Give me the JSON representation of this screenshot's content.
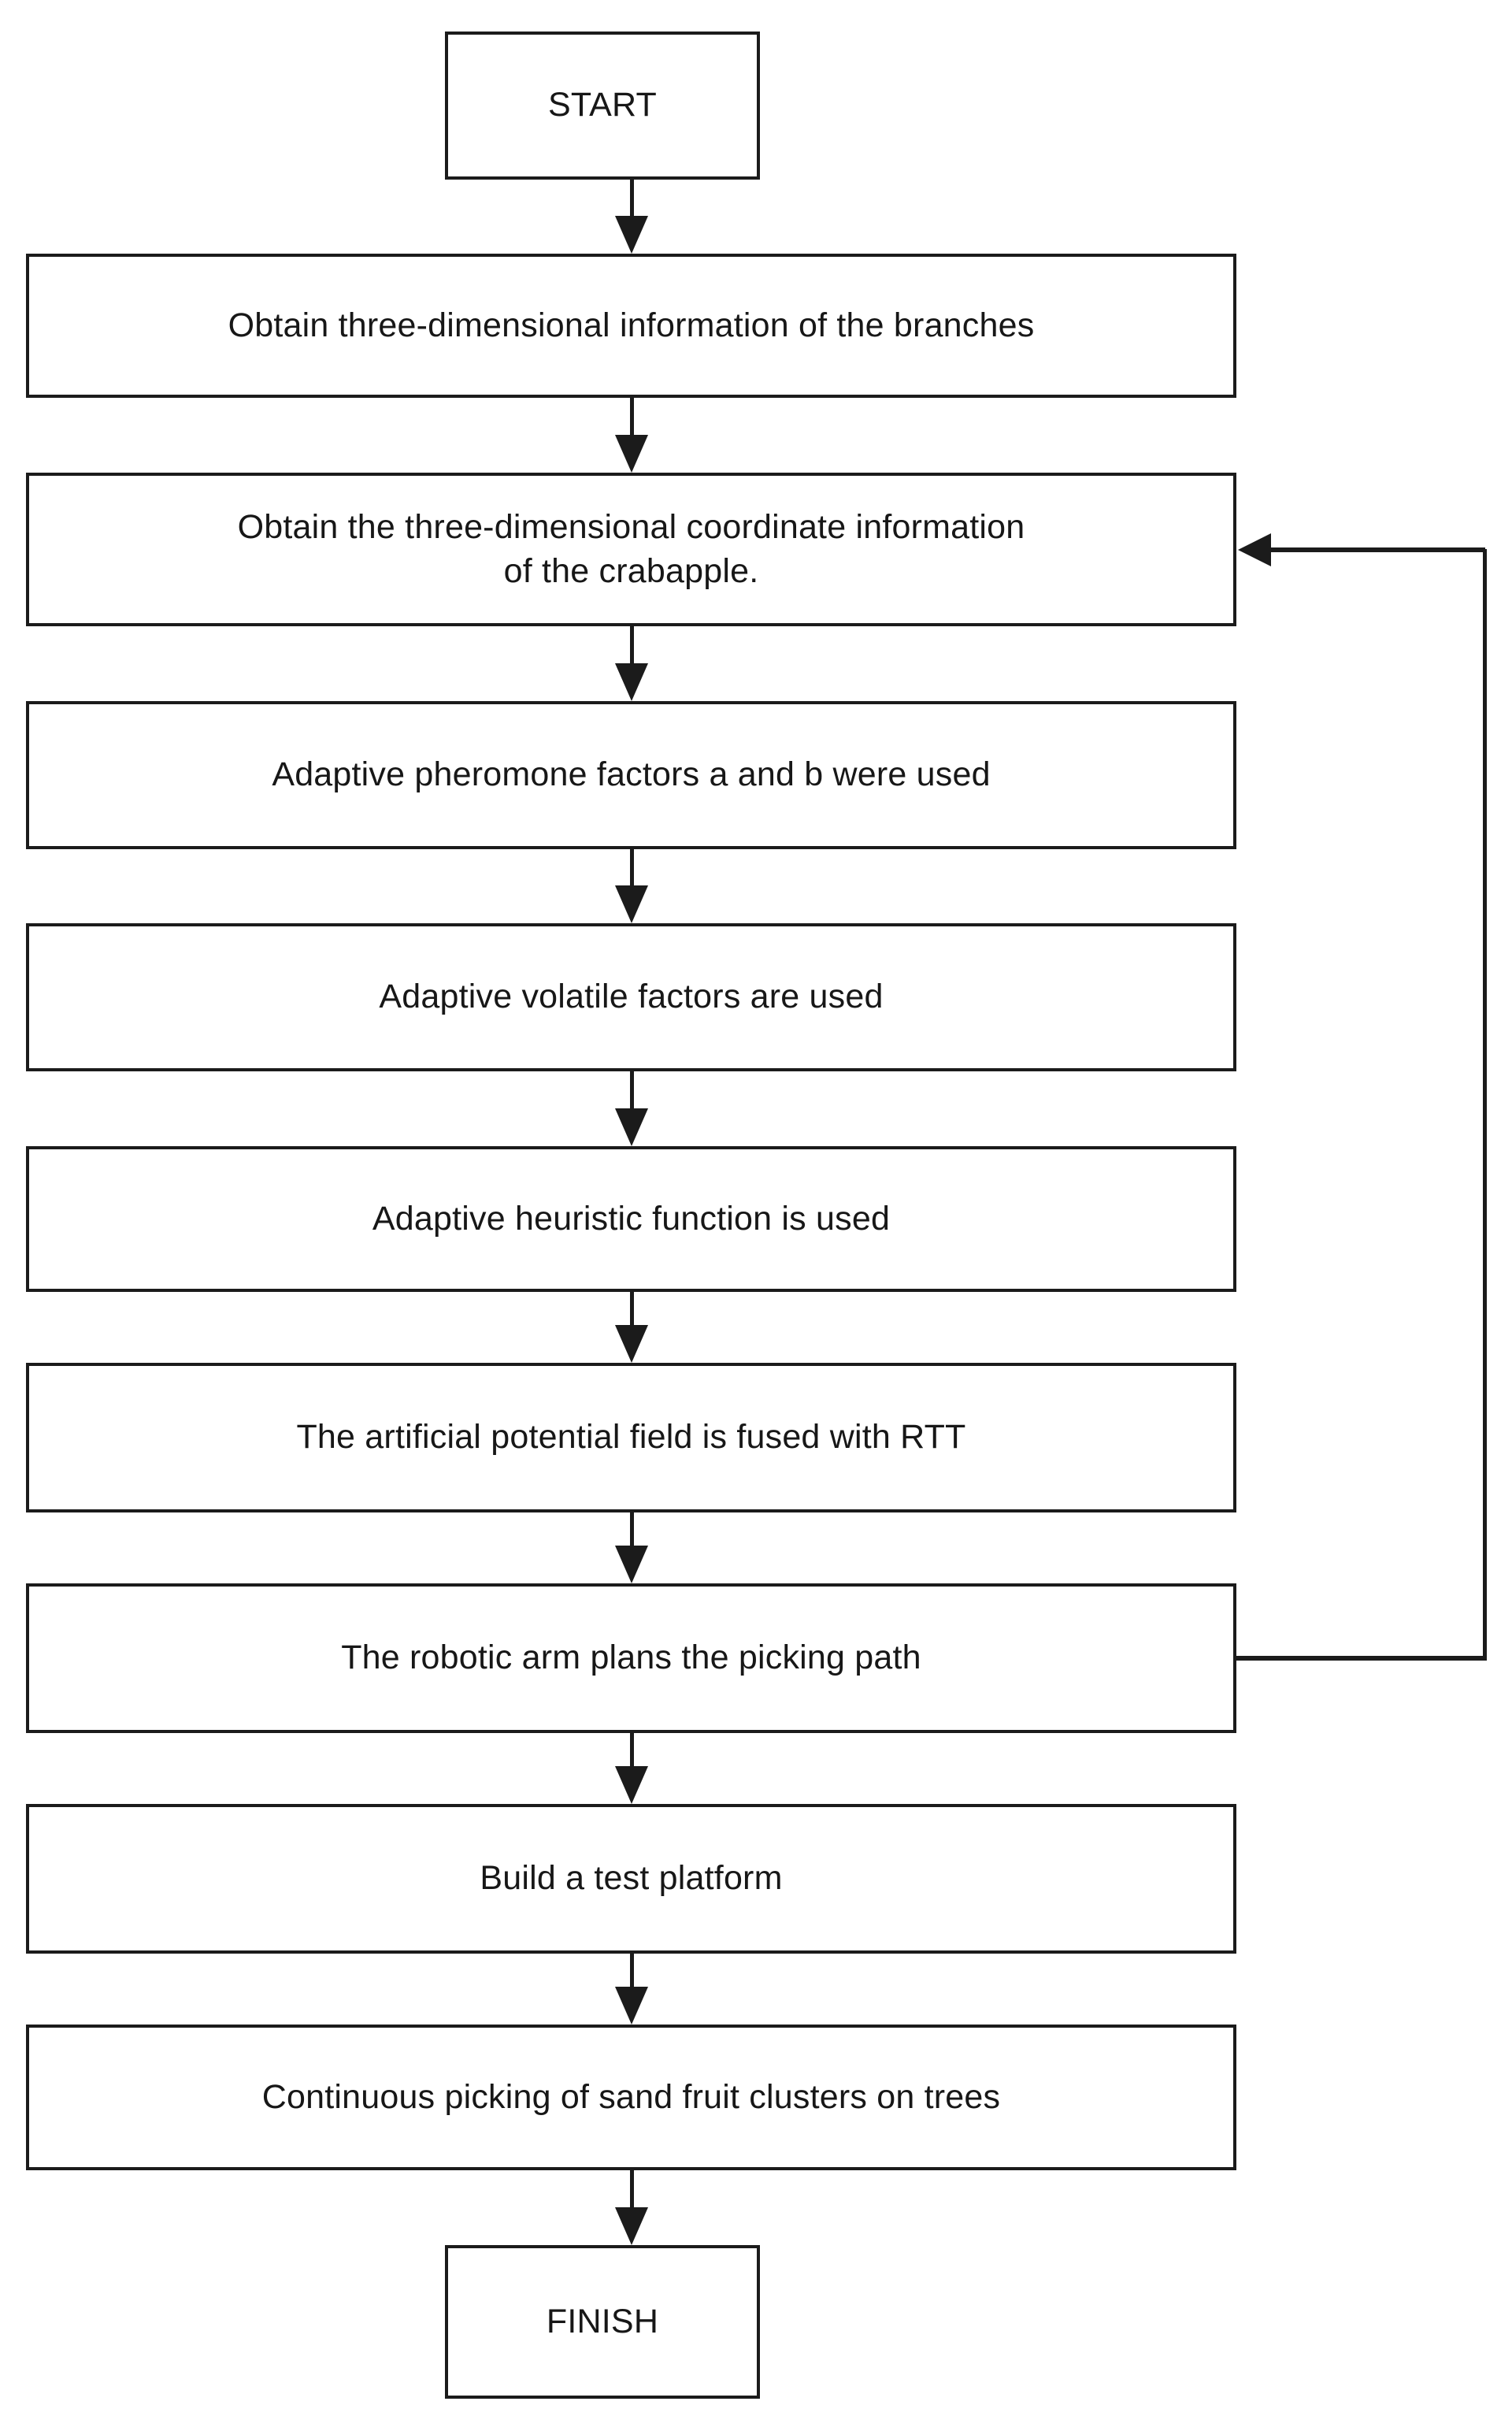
{
  "diagram": {
    "type": "flowchart",
    "title": "Crabapple picking robot workflow flowchart",
    "orientation": "top-to-bottom",
    "colors": {
      "stroke": "#1b1b1b",
      "fill": "#ffffff",
      "text": "#171717",
      "background": "#ffffff"
    },
    "nodes": [
      {
        "id": "start",
        "shape": "rectangle",
        "role": "terminator",
        "label": "START"
      },
      {
        "id": "step1",
        "shape": "rectangle",
        "role": "process",
        "label": "Obtain three-dimensional information of the branches"
      },
      {
        "id": "step2",
        "shape": "rectangle",
        "role": "process",
        "label": "Obtain the three-dimensional coordinate information\nof the crabapple."
      },
      {
        "id": "step3",
        "shape": "rectangle",
        "role": "process",
        "label": "Adaptive pheromone factors a and b were used"
      },
      {
        "id": "step4",
        "shape": "rectangle",
        "role": "process",
        "label": "Adaptive volatile factors are used"
      },
      {
        "id": "step5",
        "shape": "rectangle",
        "role": "process",
        "label": "Adaptive heuristic function is used"
      },
      {
        "id": "step6",
        "shape": "rectangle",
        "role": "process",
        "label": "The artificial potential field is fused with RTT"
      },
      {
        "id": "step7",
        "shape": "rectangle",
        "role": "process",
        "label": "The robotic arm plans the picking path"
      },
      {
        "id": "step8",
        "shape": "rectangle",
        "role": "process",
        "label": "Build a test platform"
      },
      {
        "id": "step9",
        "shape": "rectangle",
        "role": "process",
        "label": "Continuous picking of sand fruit clusters on trees"
      },
      {
        "id": "finish",
        "shape": "rectangle",
        "role": "terminator",
        "label": "FINISH"
      }
    ],
    "edges": [
      {
        "from": "start",
        "to": "step1",
        "kind": "straight-down",
        "arrow": "down"
      },
      {
        "from": "step1",
        "to": "step2",
        "kind": "straight-down",
        "arrow": "down"
      },
      {
        "from": "step2",
        "to": "step3",
        "kind": "straight-down",
        "arrow": "down"
      },
      {
        "from": "step3",
        "to": "step4",
        "kind": "straight-down",
        "arrow": "down"
      },
      {
        "from": "step4",
        "to": "step5",
        "kind": "straight-down",
        "arrow": "down"
      },
      {
        "from": "step5",
        "to": "step6",
        "kind": "straight-down",
        "arrow": "down"
      },
      {
        "from": "step6",
        "to": "step7",
        "kind": "straight-down",
        "arrow": "down"
      },
      {
        "from": "step7",
        "to": "step8",
        "kind": "straight-down",
        "arrow": "down"
      },
      {
        "from": "step8",
        "to": "step9",
        "kind": "straight-down",
        "arrow": "down"
      },
      {
        "from": "step9",
        "to": "finish",
        "kind": "straight-down",
        "arrow": "down"
      },
      {
        "from": "step7",
        "to": "step2",
        "kind": "feedback-loop-right",
        "arrow": "left"
      }
    ]
  }
}
